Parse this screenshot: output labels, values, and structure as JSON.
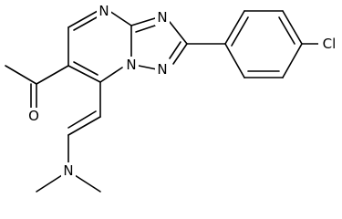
{
  "molecule": {
    "atoms": {
      "n_ring_top": "N",
      "n_triazole_upper": "N",
      "n_triazole_lower": "N",
      "n_bridge": "N",
      "o_carbonyl": "O",
      "n_amine": "N",
      "cl_substituent": "Cl"
    }
  }
}
